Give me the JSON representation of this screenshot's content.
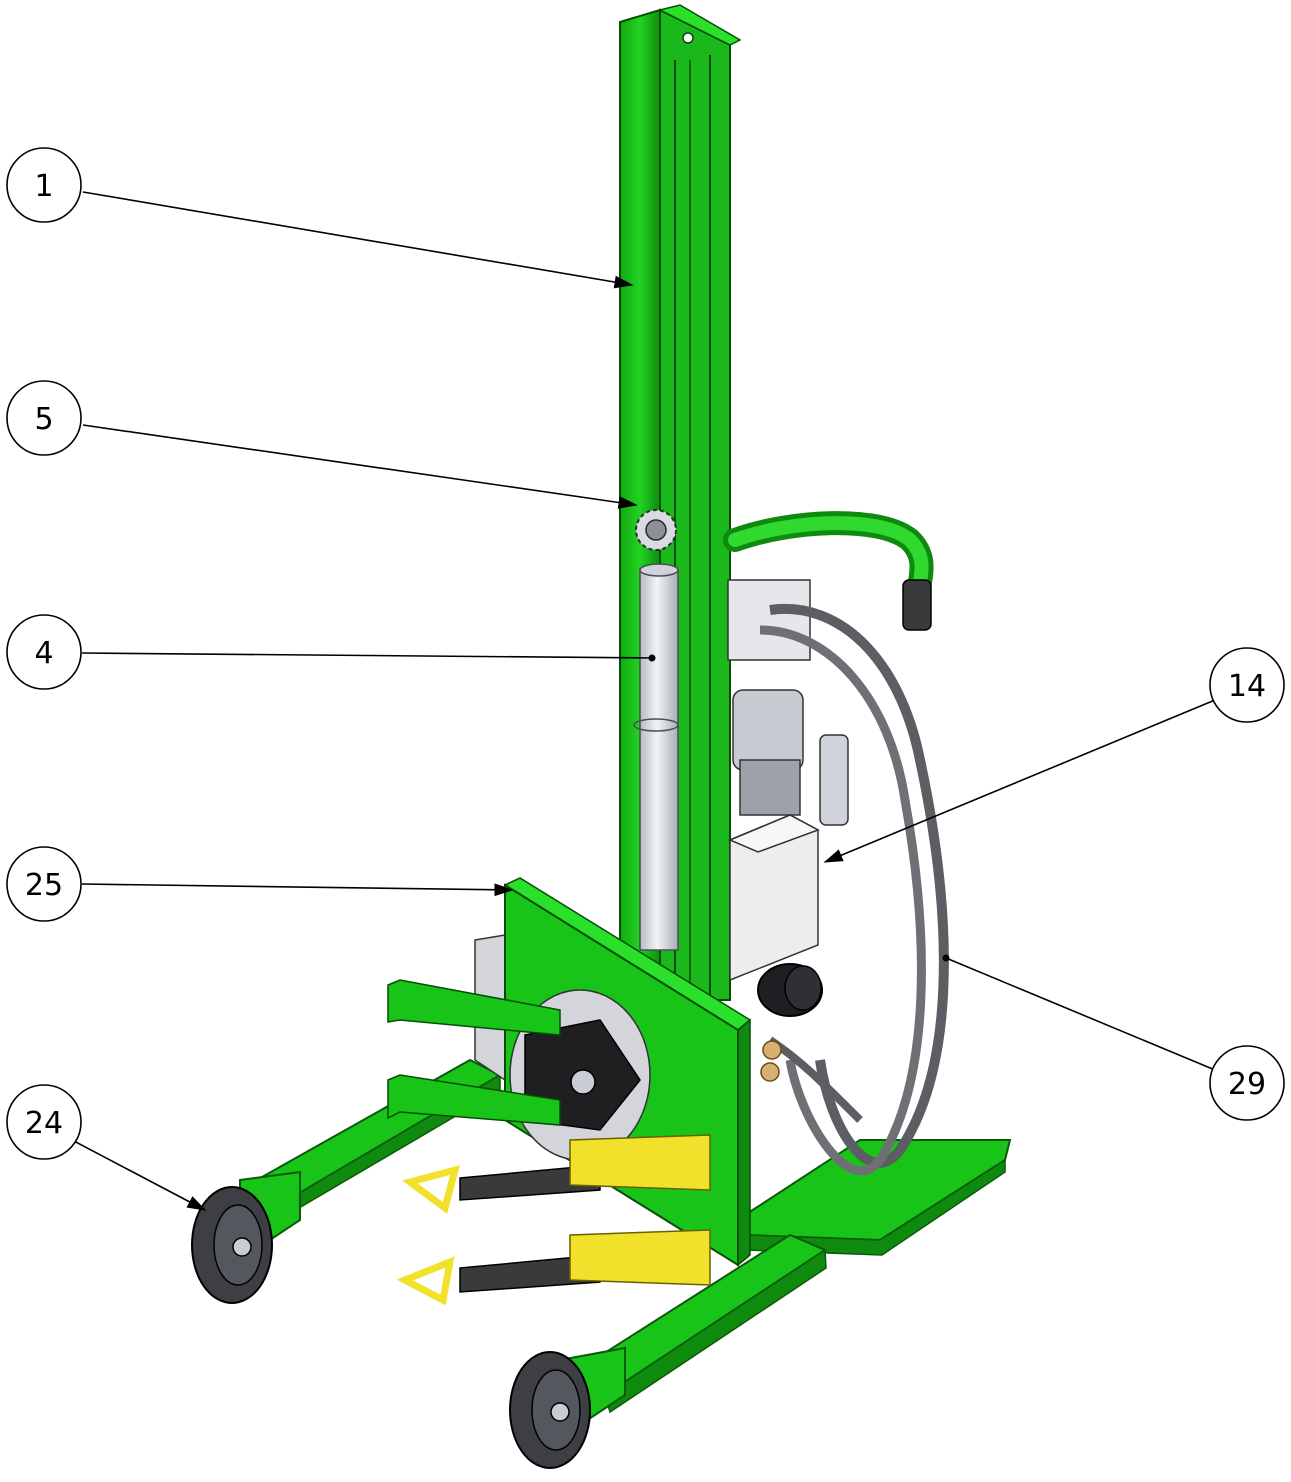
{
  "diagram": {
    "kind": "exploded-assembly-callout",
    "callouts": [
      {
        "id": "c1",
        "label": "1"
      },
      {
        "id": "c5",
        "label": "5"
      },
      {
        "id": "c4",
        "label": "4"
      },
      {
        "id": "c14",
        "label": "14"
      },
      {
        "id": "c25",
        "label": "25"
      },
      {
        "id": "c29",
        "label": "29"
      },
      {
        "id": "c24",
        "label": "24"
      }
    ],
    "colors": {
      "frame_green": "#17c417",
      "frame_green_dark": "#0e8a0e",
      "strap_yellow": "#f2e12a",
      "strap_dark": "#3a3a3a",
      "hose_gray": "#6a6a6a",
      "cylinder_gray": "#dfe1e6",
      "wheel_dark": "#3d3f45"
    }
  }
}
